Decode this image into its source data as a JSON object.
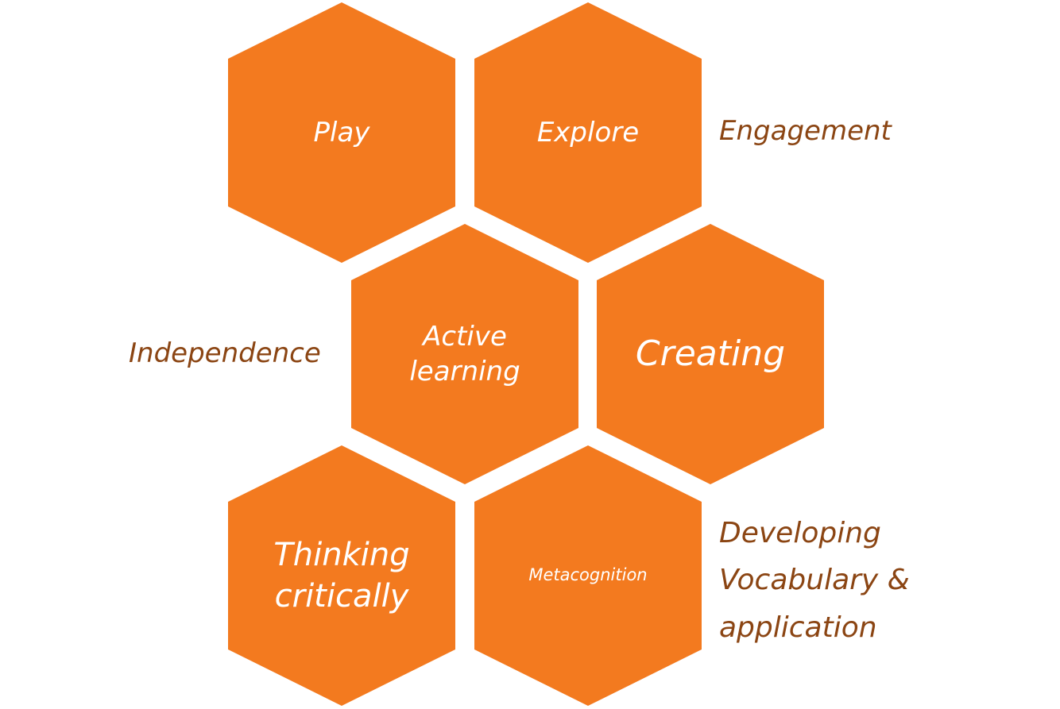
{
  "colors": {
    "hex_fill": "#F37A1F",
    "hex_text": "#FFFFFF",
    "side_text": "#8B4513",
    "background": "#FFFFFF"
  },
  "hexagons": [
    {
      "label": "Play"
    },
    {
      "label": "Explore"
    },
    {
      "label": "Active\nlearning"
    },
    {
      "label": "Creating"
    },
    {
      "label": "Thinking\ncritically"
    },
    {
      "label": "Metacognition"
    }
  ],
  "side_labels": [
    {
      "label": "Engagement"
    },
    {
      "label": "Independence"
    },
    {
      "label": "Developing\nVocabulary &\napplication"
    }
  ]
}
